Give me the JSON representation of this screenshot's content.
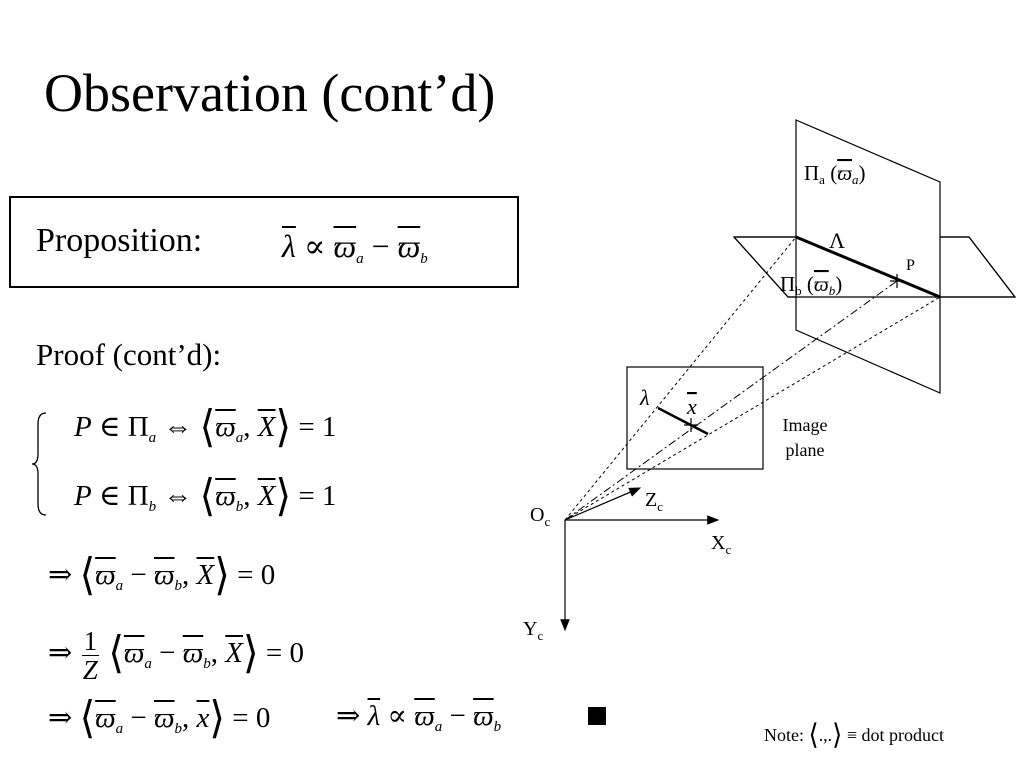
{
  "slide": {
    "title": "Observation (cont’d)",
    "proposition_label": "Proposition:",
    "proof_label": "Proof (cont’d):",
    "note_label": "Note:",
    "note_args": ".,.",
    "note_equiv": "≡",
    "note_text": "dot product"
  },
  "symbols": {
    "lambda": "λ",
    "Lambda": "Λ",
    "omega": "ϖ",
    "Pi": "Π",
    "in": "∈",
    "iff": "⇔",
    "implies": "⇒",
    "propto": "∝",
    "minus": "−",
    "comma": ",",
    "equals": "=",
    "one": "1",
    "zero": "0",
    "P": "P",
    "X": "X",
    "x": "x",
    "Z": "Z",
    "sub_a": "a",
    "sub_b": "b",
    "langle": "⟨",
    "rangle": "⟩"
  },
  "diagram": {
    "plane_a_label": "Π",
    "plane_a_sub": "a",
    "plane_b_label": "Π",
    "plane_b_sub": "b",
    "line_label": "Λ",
    "point_label": "P",
    "image_line_label": "λ",
    "image_point_label": "x",
    "image_plane_line1": "Image",
    "image_plane_line2": "plane",
    "origin_label": "O",
    "origin_sub": "c",
    "zaxis_label": "Z",
    "zaxis_sub": "c",
    "xaxis_label": "X",
    "xaxis_sub": "c",
    "yaxis_label": "Y",
    "yaxis_sub": "c"
  }
}
